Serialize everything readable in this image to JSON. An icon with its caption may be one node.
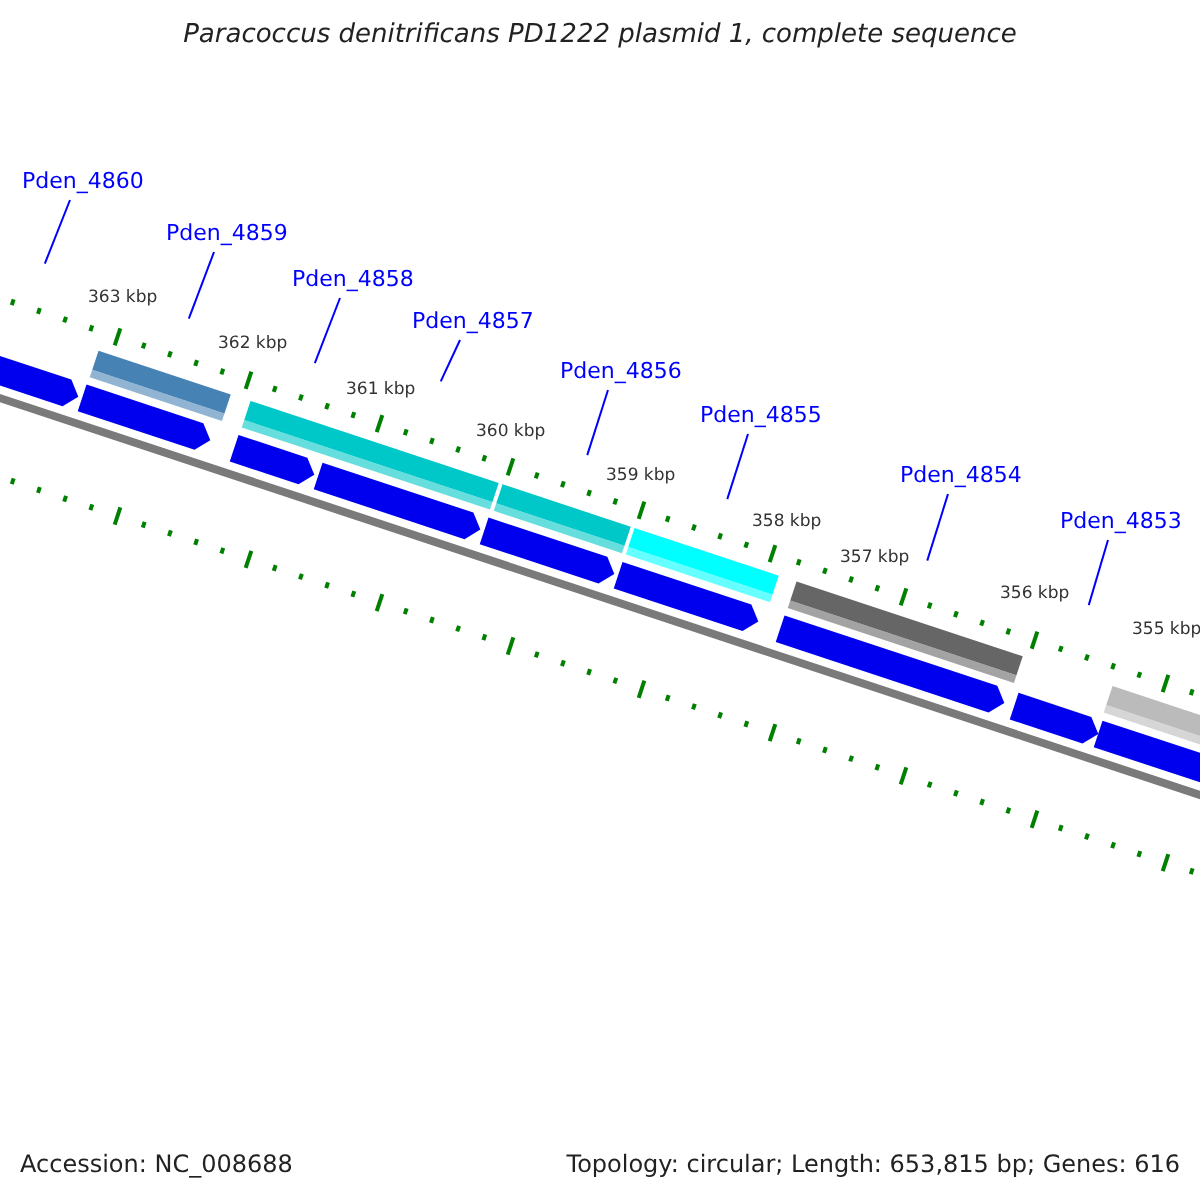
{
  "diagram": {
    "title": "Paracoccus denitrificans PD1222 plasmid 1, complete sequence",
    "nodes": [
      {
        "text": [
          "Pden_4860"
        ]
      },
      {
        "text": [
          "Pden_4859"
        ]
      },
      {
        "text": [
          "Pden_4858"
        ]
      },
      {
        "text": [
          "Pden_4857"
        ]
      },
      {
        "text": [
          "Pden_4856"
        ]
      },
      {
        "text": [
          "Pden_4855"
        ]
      },
      {
        "text": [
          "Pden_4854"
        ]
      },
      {
        "text": [
          "Pden_4853"
        ]
      }
    ],
    "edges": [
      {
        "from": 0,
        "to": null,
        "arrow": "none"
      },
      {
        "from": 1,
        "to": null,
        "arrow": "none"
      },
      {
        "from": 2,
        "to": null,
        "arrow": "none"
      },
      {
        "from": 3,
        "to": null,
        "arrow": "none"
      },
      {
        "from": 4,
        "to": null,
        "arrow": "none"
      },
      {
        "from": 5,
        "to": null,
        "arrow": "none"
      },
      {
        "from": 6,
        "to": null,
        "arrow": "none"
      },
      {
        "from": 7,
        "to": null,
        "arrow": "none"
      }
    ],
    "labels": [
      "363 kbp",
      "362 kbp",
      "361 kbp",
      "360 kbp",
      "359 kbp",
      "358 kbp",
      "357 kbp",
      "356 kbp",
      "355 kbp",
      "Accession: NC_008688",
      "Topology: circular; Length: 653,815 bp; Genes: 616"
    ]
  }
}
